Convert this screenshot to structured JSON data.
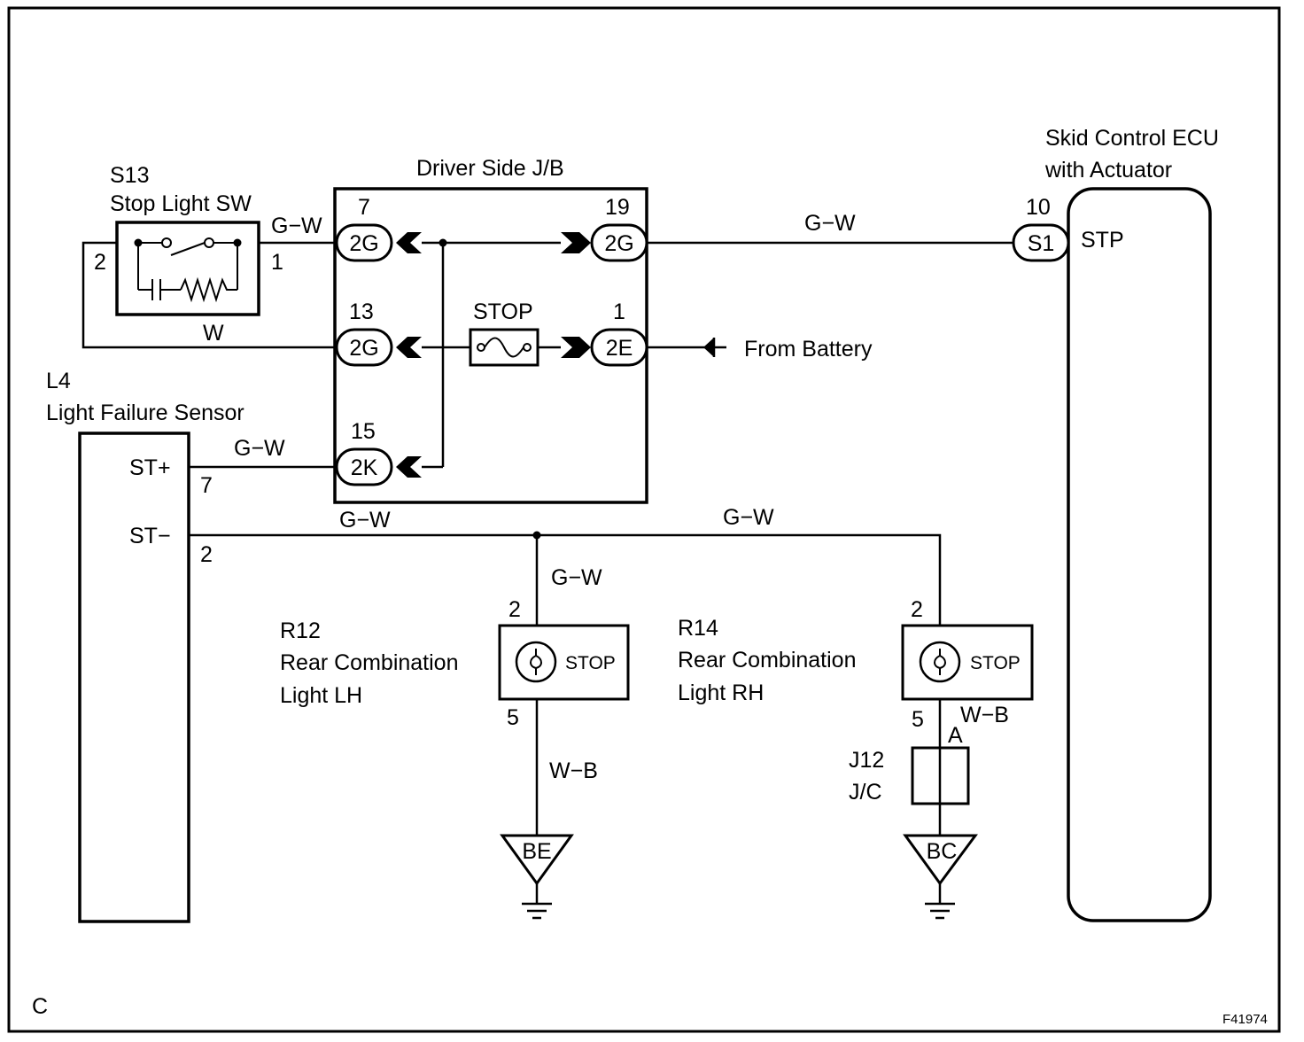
{
  "corner_label": "C",
  "figure_id": "F41974",
  "stop_light_sw": {
    "code": "S13",
    "name": "Stop Light SW",
    "pin_left": "2",
    "pin_right": "1"
  },
  "junction_block": {
    "title": "Driver Side J/B",
    "fuse_label": "STOP",
    "connectors": [
      {
        "pin": "7",
        "code": "2G"
      },
      {
        "pin": "19",
        "code": "2G"
      },
      {
        "pin": "13",
        "code": "2G"
      },
      {
        "pin": "1",
        "code": "2E"
      },
      {
        "pin": "15",
        "code": "2K"
      }
    ]
  },
  "ecu": {
    "title_line1": "Skid Control ECU",
    "title_line2": "with Actuator",
    "pin": "10",
    "connector": "S1",
    "terminal": "STP"
  },
  "battery_label": "From Battery",
  "light_failure_sensor": {
    "code": "L4",
    "name": "Light Failure Sensor",
    "terminal_plus": "ST+",
    "pin_plus": "7",
    "terminal_minus": "ST−",
    "pin_minus": "2"
  },
  "rear_light_lh": {
    "code": "R12",
    "line1": "Rear Combination",
    "line2": "Light LH",
    "lamp_label": "STOP",
    "pin_top": "2",
    "pin_bottom": "5",
    "ground": "BE"
  },
  "rear_light_rh": {
    "code": "R14",
    "line1": "Rear Combination",
    "line2": "Light RH",
    "lamp_label": "STOP",
    "pin_top": "2",
    "pin_bottom": "5",
    "ground": "BC"
  },
  "junction_connector": {
    "code": "J12",
    "name": "J/C",
    "pin": "A"
  },
  "wire_labels": {
    "sw_to_jb": "G−W",
    "jb_to_ecu": "G−W",
    "sw_return": "W",
    "sensor_plus": "G−W",
    "sensor_minus_left": "G−W",
    "sensor_minus_right": "G−W",
    "lh_feed": "G−W",
    "lh_ground": "W−B",
    "rh_ground": "W−B"
  }
}
